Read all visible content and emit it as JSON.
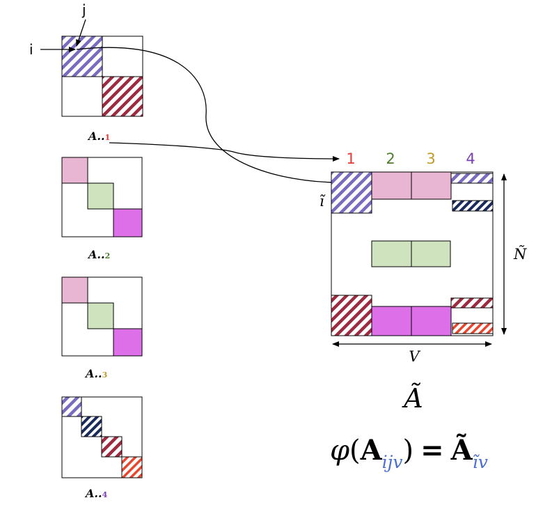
{
  "colors": {
    "red": "#e53935",
    "green": "#4e7d2b",
    "gold": "#c49a2a",
    "purple": "#7a3fb5",
    "blue_sub": "#4a6fd0",
    "pink": "#e8b5d2",
    "lightgreen": "#cfe3bf",
    "magenta": "#dd70e8",
    "hatch_purple": "#7a6bc0",
    "hatch_red": "#9e2a40",
    "hatch_navy": "#1b2a5c",
    "hatch_orange": "#e8452c"
  },
  "labels": {
    "i": "i",
    "j": "j",
    "i_tilde": "ĩ",
    "n_tilde": "Ñ",
    "v": "V",
    "a_tilde": "Ã"
  },
  "matrices": [
    {
      "name": "A",
      "dots": "..",
      "sub": "1"
    },
    {
      "name": "A",
      "dots": "..",
      "sub": "2"
    },
    {
      "name": "A",
      "dots": "..",
      "sub": "3"
    },
    {
      "name": "A",
      "dots": "..",
      "sub": "4"
    }
  ],
  "columns": [
    "1",
    "2",
    "3",
    "4"
  ],
  "formula": {
    "phi": "φ",
    "open": "(",
    "a": "A",
    "sub_left": "ijv",
    "close": ")",
    "eq": "=",
    "a_tilde": "Ã",
    "sub_right": "ĩv"
  }
}
